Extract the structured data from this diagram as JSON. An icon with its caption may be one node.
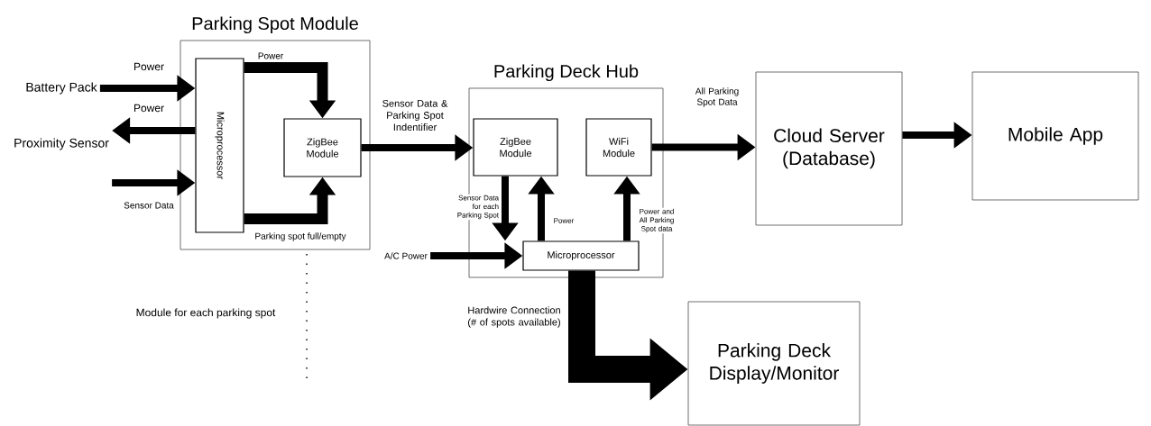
{
  "diagram": {
    "nodes": [
      {
        "text": [
          "Parking Spot Module"
        ]
      },
      {
        "text": [
          "Microprocessor"
        ],
        "in": 0
      },
      {
        "text": [
          "ZigBee Module"
        ],
        "in": 0
      },
      {
        "text": [
          "Battery Pack"
        ]
      },
      {
        "text": [
          "Proximity Sensor"
        ]
      },
      {
        "text": [
          "Parking Deck Hub"
        ]
      },
      {
        "text": [
          "ZigBee Module"
        ],
        "in": 5
      },
      {
        "text": [
          "WiFi Module"
        ],
        "in": 5
      },
      {
        "text": [
          "Microprocessor"
        ],
        "in": 5
      },
      {
        "text": [
          "A/C Power"
        ]
      },
      {
        "text": [
          "Cloud Server (Database)"
        ]
      },
      {
        "text": [
          "Mobile App"
        ]
      },
      {
        "text": [
          "Parking Deck Display/Monitor"
        ]
      }
    ],
    "edges": [
      {
        "from": 3,
        "to": 1,
        "arrow": "to",
        "label": "Power"
      },
      {
        "from": 1,
        "to": 4,
        "arrow": "to",
        "label": "Power"
      },
      {
        "from": 4,
        "to": 1,
        "arrow": "to",
        "label": "Sensor Data"
      },
      {
        "from": 1,
        "to": 2,
        "arrow": "to",
        "label": "Power"
      },
      {
        "from": 1,
        "to": 2,
        "arrow": "to",
        "label": "Parking spot full/empty"
      },
      {
        "from": 2,
        "to": 6,
        "arrow": "to",
        "label": "Sensor Data & Parking Spot Indentifier"
      },
      {
        "from": 6,
        "to": 8,
        "arrow": "to",
        "label": "Sensor Data for each Parking Spot"
      },
      {
        "from": 8,
        "to": 6,
        "arrow": "to",
        "label": "Power"
      },
      {
        "from": 8,
        "to": 7,
        "arrow": "to",
        "label": "Power and All Parking Spot data"
      },
      {
        "from": 9,
        "to": 8,
        "arrow": "to"
      },
      {
        "from": 7,
        "to": 10,
        "arrow": "to",
        "label": "All Parking Spot Data"
      },
      {
        "from": 10,
        "to": 11,
        "arrow": "to"
      },
      {
        "from": 8,
        "to": 12,
        "arrow": "to",
        "label": "Hardwire Connection (# of spots available)",
        "style": "thick"
      }
    ],
    "labels": [
      "Module for each parking spot"
    ]
  }
}
